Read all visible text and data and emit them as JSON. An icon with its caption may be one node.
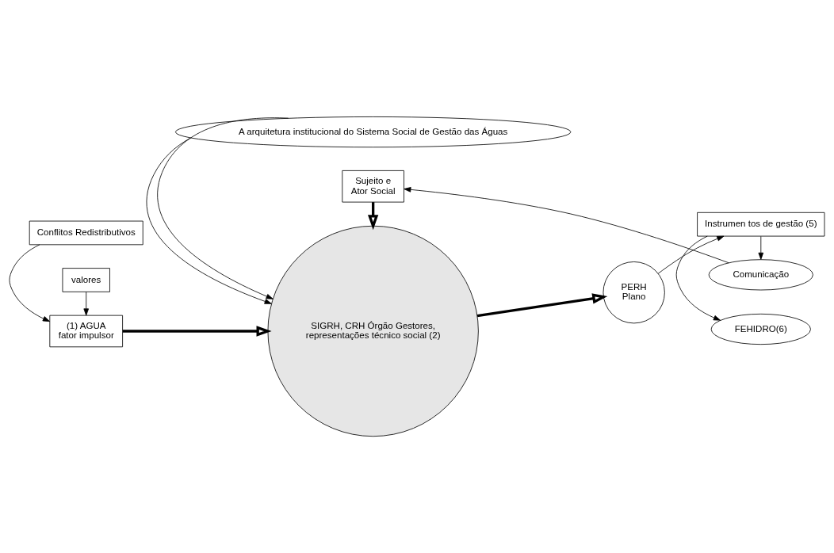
{
  "diagram": {
    "nodes": [
      {
        "text": [
          "Conflitos Redistributivos"
        ]
      },
      {
        "text": [
          "(1) AGUA",
          "fator impulsor"
        ]
      },
      {
        "text": [
          "valores"
        ]
      },
      {
        "text": [
          "A arquitetura institucional do Sistema Social de Gestão das Águas"
        ]
      },
      {
        "text": [
          "SIGRH, CRH Órgão Gestores,",
          "representações técnico social (2)"
        ]
      },
      {
        "text": [
          "Sujeito e",
          "Ator Social"
        ]
      },
      {
        "text": [
          "PERH",
          "Plano"
        ]
      },
      {
        "text": [
          "Instrumen tos de gestão (5)"
        ]
      },
      {
        "text": [
          "FEHIDRO(6)"
        ]
      },
      {
        "text": [
          "Comunicação"
        ]
      }
    ],
    "edges": [
      {
        "from": 0,
        "to": 1,
        "arrow": "to"
      },
      {
        "from": 2,
        "to": 1,
        "arrow": "to"
      },
      {
        "from": 3,
        "to": 4,
        "arrow": "to"
      },
      {
        "from": 3,
        "to": 4,
        "arrow": "to"
      },
      {
        "from": 1,
        "to": 4,
        "arrow": "to",
        "style": "thick"
      },
      {
        "from": 5,
        "to": 4,
        "arrow": "to",
        "style": "thick"
      },
      {
        "from": 4,
        "to": 6,
        "arrow": "to",
        "style": "thick"
      },
      {
        "from": 6,
        "to": 7,
        "arrow": "to"
      },
      {
        "from": 7,
        "to": 8,
        "arrow": "to"
      },
      {
        "from": 7,
        "to": 9,
        "arrow": "to"
      },
      {
        "from": 9,
        "to": 5,
        "arrow": "to"
      }
    ]
  }
}
